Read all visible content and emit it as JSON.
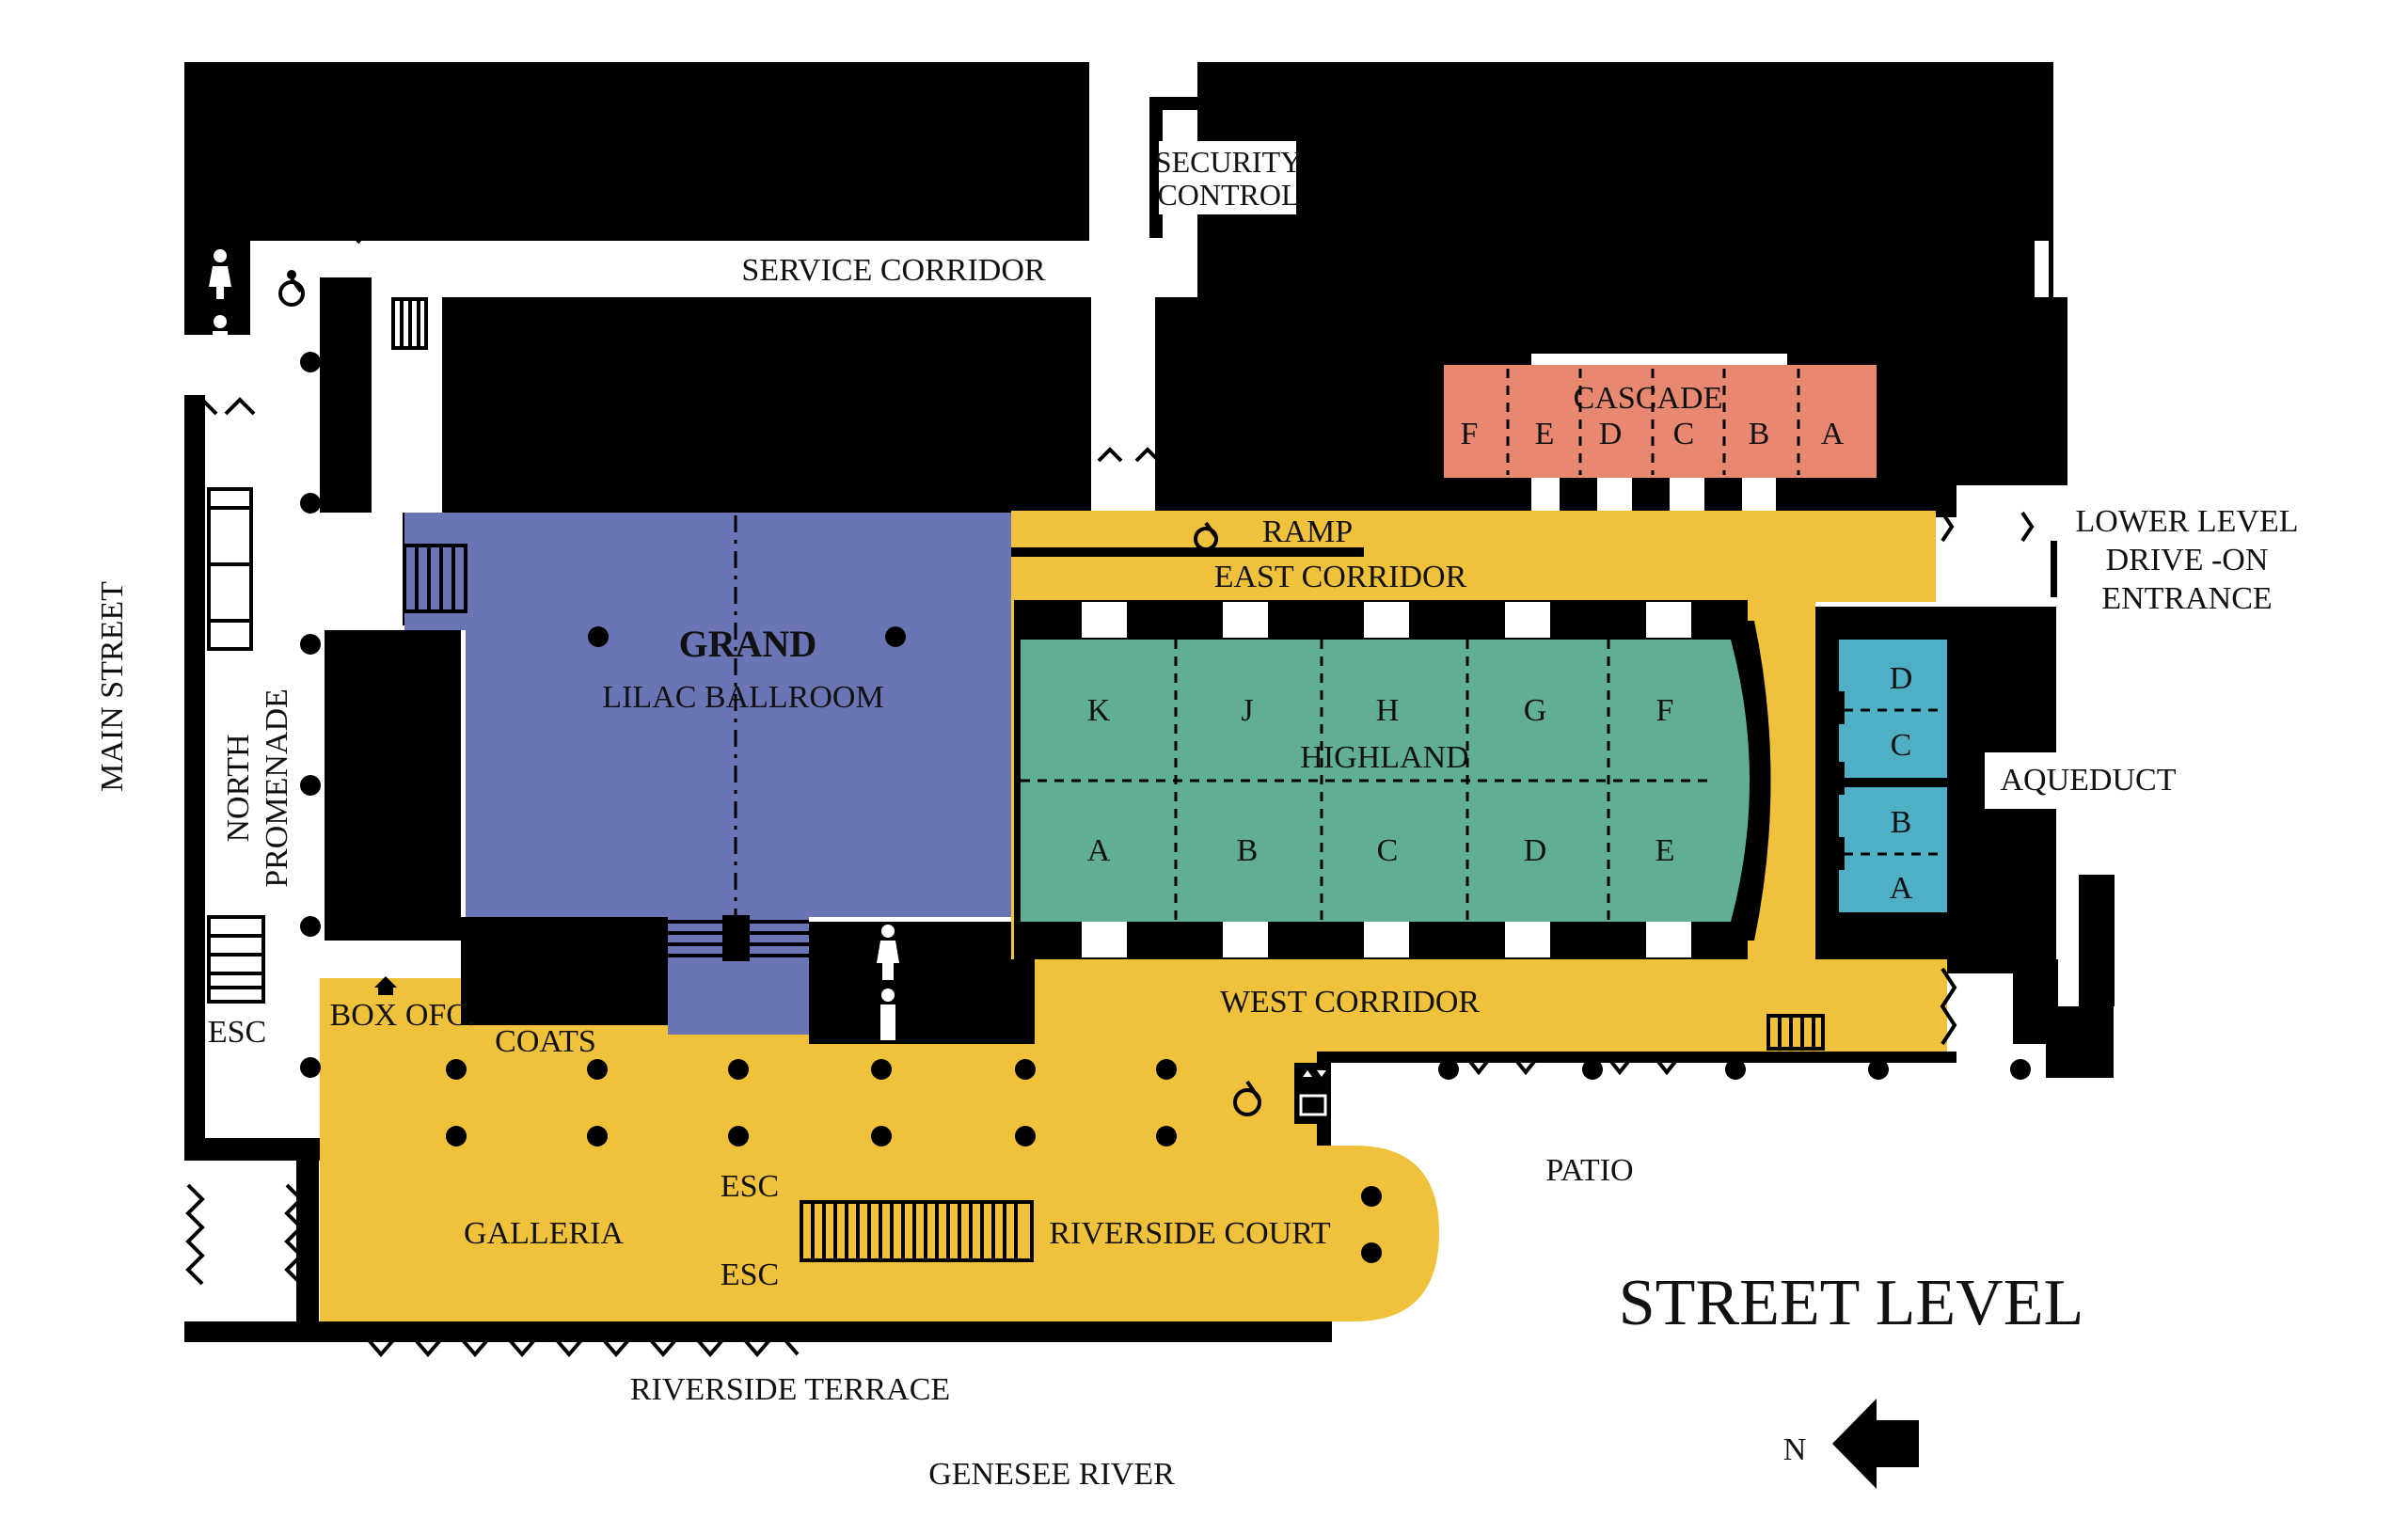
{
  "colors": {
    "walls": "#000000",
    "corridor": "#f0c13b",
    "grand_lilac_ballroom": "#6b75b6",
    "highland": "#5fae95",
    "cascade": "#e98870",
    "aqueduct": "#4fb0c5",
    "background": "#ffffff"
  },
  "labels": {
    "main_street": "MAIN STREET",
    "north_promenade_line1": "NORTH",
    "north_promenade_line2": "PROMENADE",
    "service_corridor": "SERVICE CORRIDOR",
    "security_line1": "SECURITY",
    "security_line2": "CONTROL",
    "ramp_west": "RAMP",
    "ramp_east": "RAMP",
    "east_corridor": "EAST CORRIDOR",
    "west_corridor": "WEST CORRIDOR",
    "grand": "GRAND",
    "lilac_ballroom": "LILAC BALLROOM",
    "highland": "HIGHLAND",
    "cascade": "CASCADE",
    "aqueduct": "AQUEDUCT",
    "lower_level_line1": "LOWER LEVEL",
    "lower_level_line2": "DRIVE -ON",
    "lower_level_line3": "ENTRANCE",
    "esc_left": "ESC",
    "box_office": "BOX OFC.",
    "coats": "COATS",
    "galleria": "GALLERIA",
    "esc_upper": "ESC",
    "esc_lower": "ESC",
    "riverside_court": "RIVERSIDE COURT",
    "patio": "PATIO",
    "riverside_terrace": "RIVERSIDE TERRACE",
    "genesee_river": "GENESEE RIVER",
    "street_level": "STREET LEVEL",
    "north": "N"
  },
  "highland_sections_top": [
    "K",
    "J",
    "H",
    "G",
    "F"
  ],
  "highland_sections_bottom": [
    "A",
    "B",
    "C",
    "D",
    "E"
  ],
  "cascade_sections": [
    "F",
    "E",
    "D",
    "C",
    "B",
    "A"
  ],
  "aqueduct_sections": [
    "D",
    "C",
    "B",
    "A"
  ],
  "icons": [
    "restroom-icon",
    "accessible-icon",
    "elevator-icon",
    "north-arrow-icon",
    "stairs-icon"
  ]
}
